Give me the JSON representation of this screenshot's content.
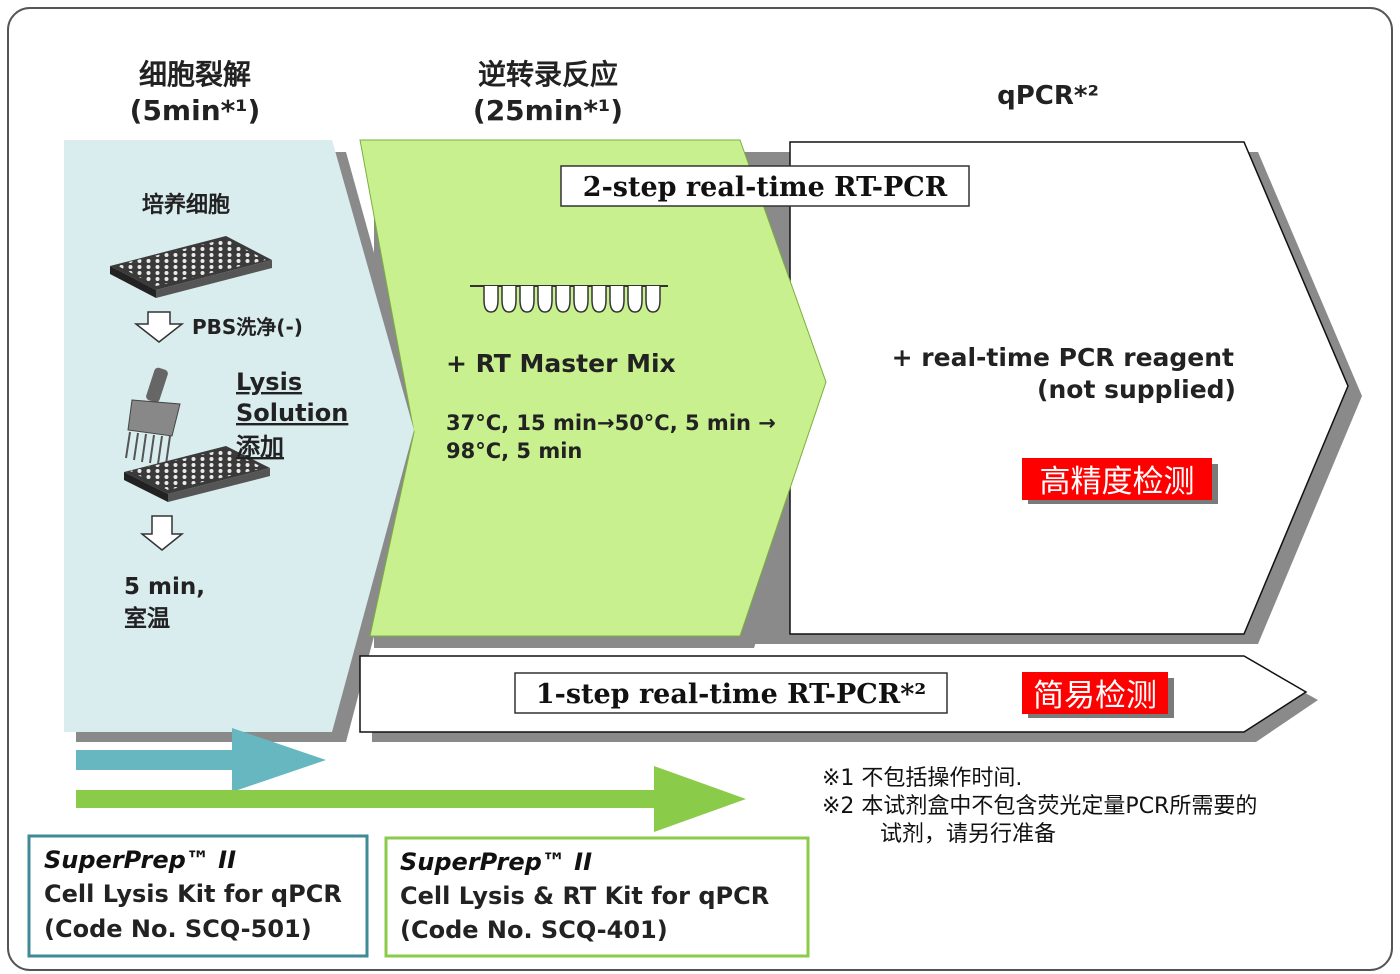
{
  "colors": {
    "lysis_fill": "#d9ecee",
    "rt_fill": "#c8f08e",
    "shadow": "#8a8a8a",
    "teal_arrow": "#66b7c0",
    "green_arrow": "#8acb4a",
    "badge_red": "#ff0000",
    "box1_border": "#3e8a96",
    "box2_border": "#8acb4a"
  },
  "stages": {
    "lysis": {
      "title": "细胞裂解",
      "time": "(5min*¹)"
    },
    "rt": {
      "title": "逆转录反应",
      "time": "(25min*¹)"
    },
    "qpcr": {
      "title": "qPCR*²"
    }
  },
  "lysis": {
    "cultured_cells": "培养细胞",
    "wash": "PBS洗净(-)",
    "lysis_line1": "Lysis",
    "lysis_line2": "Solution",
    "lysis_line3": "添加",
    "time_line1": "5 min,",
    "time_line2": "室温"
  },
  "rt": {
    "reagent": "+ RT Master Mix",
    "cond_line1": "37°C, 15 min→50°C, 5 min →",
    "cond_line2": "98°C,  5 min"
  },
  "qpcr": {
    "two_step": "2-step real-time RT-PCR",
    "reagent_line1": "+ real-time PCR reagent",
    "reagent_line2": "(not supplied)",
    "badge": "高精度检测"
  },
  "one_step": {
    "label": "1-step real-time RT-PCR*²",
    "badge": "简易检测"
  },
  "notes": {
    "note1": "※1  不包括操作时间.",
    "note2_line1": "※2  本试剂盒中不包含荧光定量PCR所需要的",
    "note2_line2": "试剂，请另行准备"
  },
  "kits": {
    "kit1": {
      "brand": "SuperPrep™ II",
      "name": "Cell Lysis Kit for qPCR",
      "code": "(Code No. SCQ-501)"
    },
    "kit2": {
      "brand": "SuperPrep™ II",
      "name": "Cell Lysis & RT Kit  for qPCR",
      "code": "(Code No. SCQ-401)"
    }
  }
}
